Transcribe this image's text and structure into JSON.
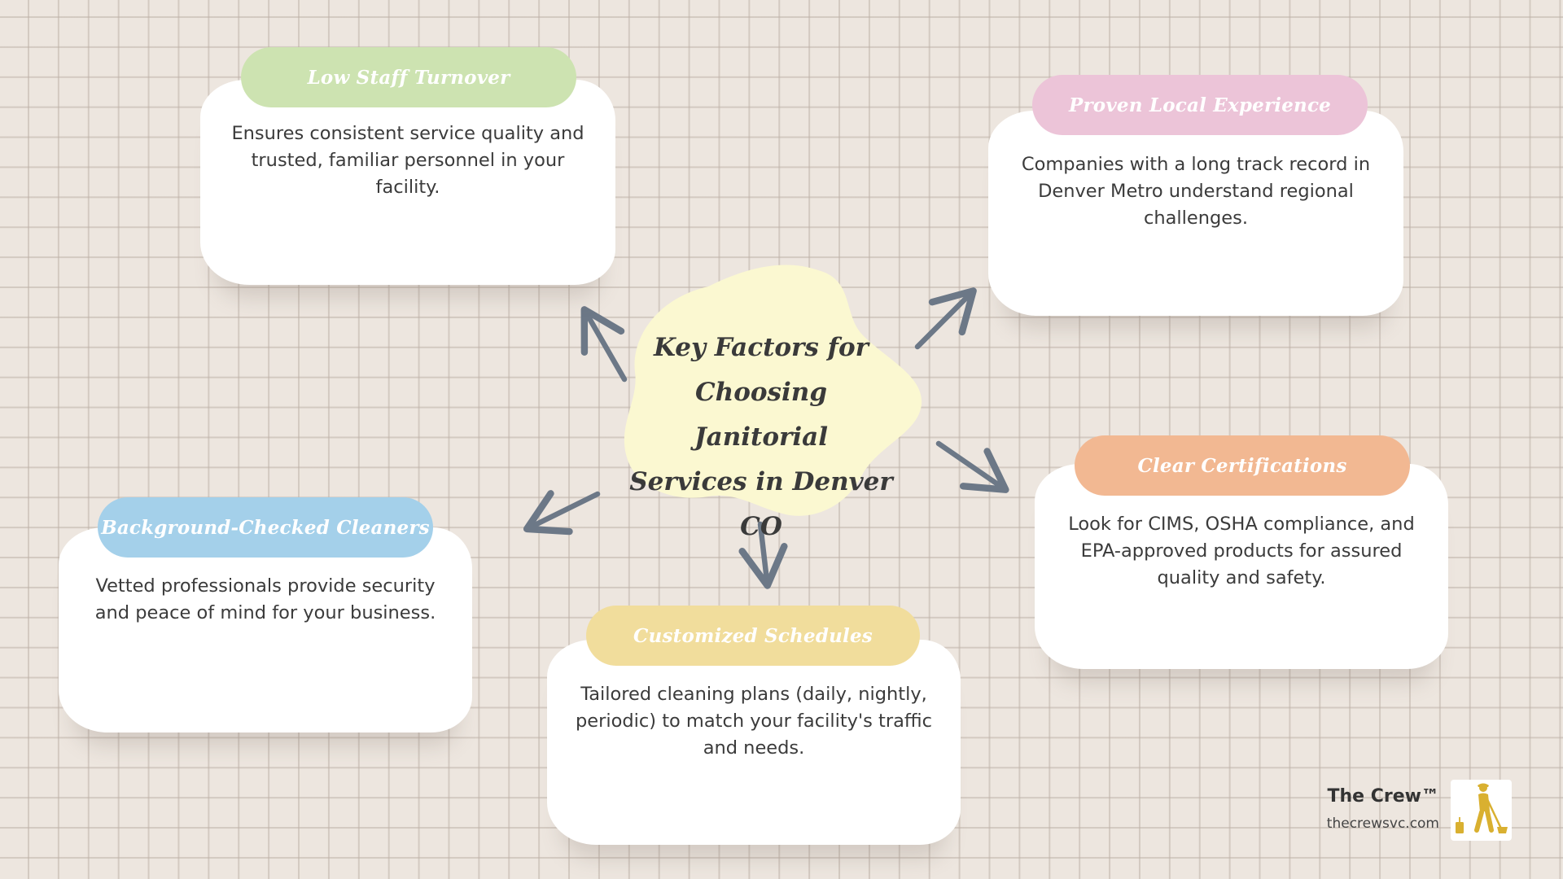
{
  "title": "Key Factors for Choosing Janitorial Services in Denver CO",
  "title_lines": [
    "Key Factors for",
    "Choosing Janitorial",
    "Services in Denver CO"
  ],
  "nodes": [
    {
      "id": "staff",
      "label": "Low Staff Turnover",
      "color": "#cde3b1",
      "text": [
        "Ensures consistent service quality and",
        "trusted, familiar personnel in your facility."
      ]
    },
    {
      "id": "experience",
      "label": "Proven Local Experience",
      "color": "#ecc4d8",
      "text": [
        "Companies with a long track record in",
        "Denver Metro understand regional",
        "challenges."
      ]
    },
    {
      "id": "certs",
      "label": "Clear Certifications",
      "color": "#f2b892",
      "text": [
        "Look for CIMS, OSHA compliance, and",
        "EPA-approved products for assured",
        "quality and safety."
      ]
    },
    {
      "id": "schedules",
      "label": "Customized Schedules",
      "color": "#f1dd9c",
      "text": [
        "Tailored cleaning plans (daily, nightly,",
        "periodic) to match your facility's traffic",
        "and needs."
      ]
    },
    {
      "id": "background",
      "label": "Background-Checked Cleaners",
      "color": "#a4d0ea",
      "text": [
        "Vetted professionals provide security",
        "and peace of mind for your business."
      ]
    }
  ],
  "colors": {
    "background": "#ede6df",
    "center_blob": "#fbf8d1",
    "arrow": "#6c7887"
  },
  "brand": {
    "name": "The Crew™",
    "url": "thecrewsvc.com",
    "logo_icon": "janitor-sweeping-icon",
    "logo_color": "#d9b030"
  }
}
